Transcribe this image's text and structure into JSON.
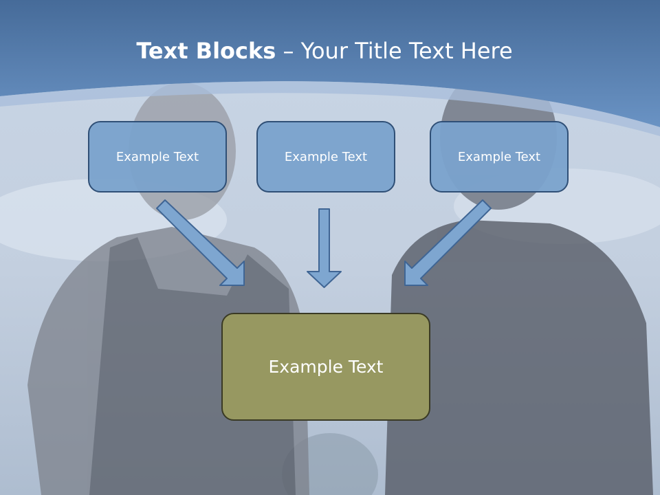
{
  "slide": {
    "title_bold": "Text Blocks",
    "title_rest": " – Your Title Text Here"
  },
  "boxes": {
    "left": "Example Text",
    "center": "Example Text",
    "right": "Example Text",
    "bottom": "Example Text"
  },
  "colors": {
    "header_blue": "#5b84b5",
    "box_blue": "#7aa2cc",
    "box_border": "#2f4f76",
    "target_olive": "#979861",
    "arrow_fill": "#7ea6d0"
  },
  "icons": {
    "arrow": "down-arrow-icon"
  }
}
